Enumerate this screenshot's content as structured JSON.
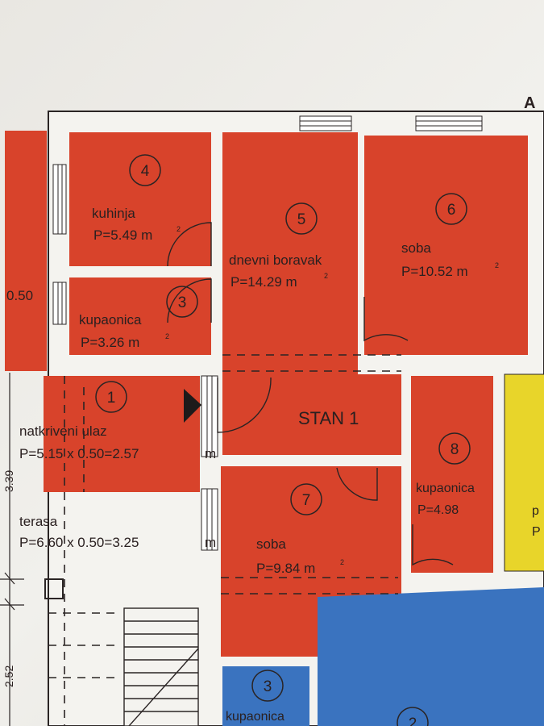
{
  "colors": {
    "apartment": "#d8432b",
    "neighbor_blue": "#3a73bf",
    "neighbor_yellow": "#e8d52a",
    "wall": "#f4f3ef",
    "line": "#2a2424"
  },
  "plan": {
    "apartment_label": "STAN 1",
    "corner_label": "A",
    "dim_left_top": "0.50",
    "dim_vertical_1": "3.39",
    "dim_vertical_2": "2.52",
    "rooms": [
      {
        "id": "1",
        "name": "natkriveni ulaz",
        "area": "P=5.15 x 0.50=2.57",
        "unit": "m"
      },
      {
        "id": "3",
        "name": "kupaonica",
        "area": "P=3.26 m",
        "unit": "2"
      },
      {
        "id": "4",
        "name": "kuhinja",
        "area": "P=5.49 m",
        "unit": "2"
      },
      {
        "id": "5",
        "name": "dnevni boravak",
        "area": "P=14.29 m",
        "unit": "2"
      },
      {
        "id": "6",
        "name": "soba",
        "area": "P=10.52 m",
        "unit": "2"
      },
      {
        "id": "7",
        "name": "soba",
        "area": "P=9.84 m",
        "unit": "2"
      },
      {
        "id": "8",
        "name": "kupaonica",
        "area": "P=4.98",
        "unit": ""
      },
      {
        "id": "",
        "name": "terasa",
        "area": "P=6.60 x 0.50=3.25",
        "unit": "m"
      }
    ],
    "neighbor": {
      "room_number": "3",
      "room_name": "kupaonica",
      "room_number_2": "2",
      "yellow_text_1": "p",
      "yellow_text_2": "P"
    }
  }
}
